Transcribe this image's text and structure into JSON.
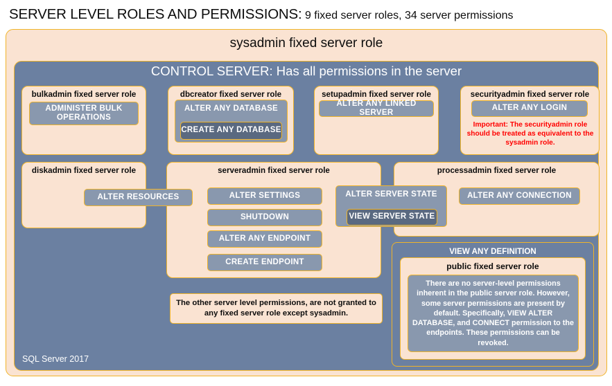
{
  "title": {
    "strong": "SERVER LEVEL ROLES AND PERMISSIONS:",
    "rest": " 9 fixed server roles, 34 server permissions"
  },
  "diagram": {
    "sysadmin_label": "sysadmin  fixed  server  role",
    "control_server_label": "CONTROL SERVER: Has all permissions in the server",
    "sql_version": "SQL Server 2017",
    "other_permissions_note": "The other server level permissions,  are not granted to any fixed server role except sysadmin.",
    "view_any_definition": "VIEW ANY DEFINITION"
  },
  "roles": {
    "bulkadmin": {
      "title": "bulkadmin  fixed server role",
      "permissions": [
        "ADMINISTER  BULK OPERATIONS"
      ]
    },
    "dbcreator": {
      "title": "dbcreator fixed server role",
      "permissions": [
        "ALTER ANY DATABASE",
        "CREATE  ANY DATABASE"
      ]
    },
    "setupadmin": {
      "title": "setupadmin fixed server role",
      "permissions": [
        "ALTER ANY LINKED SERVER"
      ]
    },
    "securityadmin": {
      "title": "securityadmin  fixed server role",
      "permissions": [
        "ALTER ANY LOGIN"
      ],
      "note": "Important:  The securityadmin role should  be treated as equivalent to the  sysadmin role."
    },
    "diskadmin": {
      "title": "diskadmin  fixed server role",
      "permissions": [
        "ALTER RESOURCES"
      ]
    },
    "serveradmin": {
      "title": "serveradmin fixed server role",
      "permissions": [
        "ALTER SETTINGS",
        "SHUTDOWN",
        "ALTER ANY ENDPOINT",
        "CREATE  ENDPOINT",
        "ALTER SERVER  STATE",
        "VIEW SERVER  STATE"
      ]
    },
    "processadmin": {
      "title": "processadmin fixed server role",
      "permissions": [
        "ALTER ANY CONNECTION"
      ]
    },
    "public": {
      "title": "public  fixed server role",
      "note": "There are no server-level permissions inherent in the public server role. However, some server permissions are present by default. Specifically, VIEW ALTER DATABASE, and CONNECT permission to the endpoints. These permissions can be revoked."
    }
  },
  "colors": {
    "peach": "#FAE3D2",
    "blue": "#6B80A1",
    "pill": "#8998AE",
    "pill_dark": "#5A6980",
    "gold_border": "#F0B429",
    "alert_red": "#FF0000"
  }
}
